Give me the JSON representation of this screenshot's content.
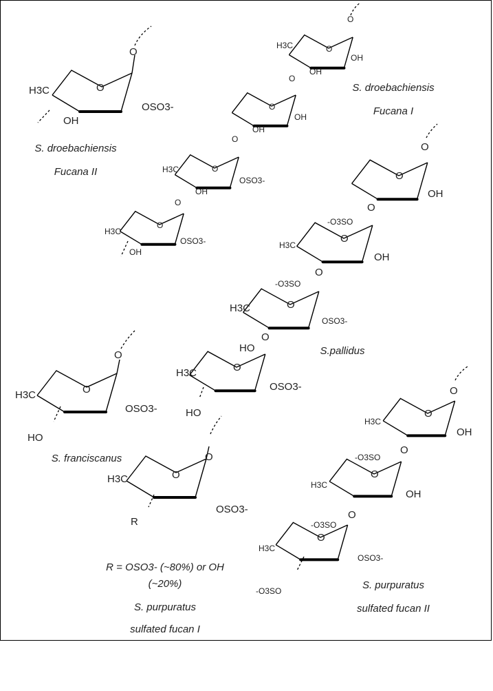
{
  "captions": {
    "fucana_ii_species": "S. droebachiensis",
    "fucana_ii_name": "Fucana II",
    "fucana_i_species": "S. droebachiensis",
    "fucana_i_name": "Fucana I",
    "pallidus": "S.pallidus",
    "franciscanus": "S. franciscanus",
    "r_definition_line1": "R = OSO3-  (~80%) or OH",
    "r_definition_line2": "(~20%)",
    "purp_i_species": "S. purpuratus",
    "purp_i_name": "sulfated fucan I",
    "purp_ii_species": "S. purpuratus",
    "purp_ii_name": "sulfated fucan II"
  },
  "atoms": {
    "O": "O",
    "OH": "OH",
    "HO": "HO",
    "H3C": "H3C",
    "OSO3": "OSO3-",
    "O3SO": "-O3SO",
    "R": "R"
  }
}
